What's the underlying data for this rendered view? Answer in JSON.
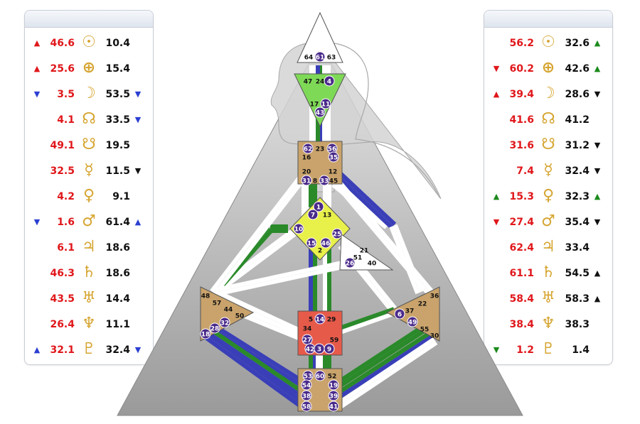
{
  "colors": {
    "red": "#e0171b",
    "blue": "#2b3fd1",
    "green": "#1a8a1a",
    "black": "#111111",
    "glyph": "#d6a531",
    "channel_blue": "#3a3fb8",
    "channel_green": "#2a8a2a",
    "gate_bg": "#4a2a8a"
  },
  "left_panel": {
    "rows": [
      {
        "arrow1": "▲",
        "arrow1_color": "#e0171b",
        "value1": "46.6",
        "icon": "sun-icon",
        "glyph": "☉",
        "value2": "10.4",
        "arrow2": "",
        "arrow2_color": ""
      },
      {
        "arrow1": "▲",
        "arrow1_color": "#e0171b",
        "value1": "25.6",
        "icon": "earth-icon",
        "glyph": "⊕",
        "value2": "15.4",
        "arrow2": "",
        "arrow2_color": ""
      },
      {
        "arrow1": "▼",
        "arrow1_color": "#2b3fd1",
        "value1": "3.5",
        "icon": "moon-icon",
        "glyph": "☽",
        "value2": "53.5",
        "arrow2": "▼",
        "arrow2_color": "#2b3fd1"
      },
      {
        "arrow1": "",
        "arrow1_color": "",
        "value1": "4.1",
        "icon": "north-node-icon",
        "glyph": "☊",
        "value2": "33.5",
        "arrow2": "▼",
        "arrow2_color": "#2b3fd1"
      },
      {
        "arrow1": "",
        "arrow1_color": "",
        "value1": "49.1",
        "icon": "south-node-icon",
        "glyph": "☋",
        "value2": "19.5",
        "arrow2": "",
        "arrow2_color": ""
      },
      {
        "arrow1": "",
        "arrow1_color": "",
        "value1": "32.5",
        "icon": "mercury-icon",
        "glyph": "☿",
        "value2": "11.5",
        "arrow2": "▼",
        "arrow2_color": "#111111"
      },
      {
        "arrow1": "",
        "arrow1_color": "",
        "value1": "4.2",
        "icon": "venus-icon",
        "glyph": "♀",
        "value2": "9.1",
        "arrow2": "",
        "arrow2_color": ""
      },
      {
        "arrow1": "▼",
        "arrow1_color": "#2b3fd1",
        "value1": "1.6",
        "icon": "mars-icon",
        "glyph": "♂",
        "value2": "61.4",
        "arrow2": "▲",
        "arrow2_color": "#2b3fd1"
      },
      {
        "arrow1": "",
        "arrow1_color": "",
        "value1": "6.1",
        "icon": "jupiter-icon",
        "glyph": "♃",
        "value2": "18.6",
        "arrow2": "",
        "arrow2_color": ""
      },
      {
        "arrow1": "",
        "arrow1_color": "",
        "value1": "46.3",
        "icon": "saturn-icon",
        "glyph": "♄",
        "value2": "18.6",
        "arrow2": "",
        "arrow2_color": ""
      },
      {
        "arrow1": "",
        "arrow1_color": "",
        "value1": "43.5",
        "icon": "uranus-icon",
        "glyph": "♅",
        "value2": "14.4",
        "arrow2": "",
        "arrow2_color": ""
      },
      {
        "arrow1": "",
        "arrow1_color": "",
        "value1": "26.4",
        "icon": "neptune-icon",
        "glyph": "♆",
        "value2": "11.1",
        "arrow2": "",
        "arrow2_color": ""
      },
      {
        "arrow1": "▲",
        "arrow1_color": "#2b3fd1",
        "value1": "32.1",
        "icon": "pluto-icon",
        "glyph": "♇",
        "value2": "32.4",
        "arrow2": "▼",
        "arrow2_color": "#2b3fd1"
      }
    ]
  },
  "right_panel": {
    "rows": [
      {
        "arrow1": "",
        "arrow1_color": "",
        "value1": "56.2",
        "icon": "sun-icon",
        "glyph": "☉",
        "value2": "32.6",
        "arrow2": "▲",
        "arrow2_color": "#1a8a1a"
      },
      {
        "arrow1": "▼",
        "arrow1_color": "#e0171b",
        "value1": "60.2",
        "icon": "earth-icon",
        "glyph": "⊕",
        "value2": "42.6",
        "arrow2": "▲",
        "arrow2_color": "#1a8a1a"
      },
      {
        "arrow1": "▲",
        "arrow1_color": "#e0171b",
        "value1": "39.4",
        "icon": "moon-icon",
        "glyph": "☽",
        "value2": "28.6",
        "arrow2": "▼",
        "arrow2_color": "#111111"
      },
      {
        "arrow1": "",
        "arrow1_color": "",
        "value1": "41.6",
        "icon": "north-node-icon",
        "glyph": "☊",
        "value2": "41.2",
        "arrow2": "",
        "arrow2_color": ""
      },
      {
        "arrow1": "",
        "arrow1_color": "",
        "value1": "31.6",
        "icon": "south-node-icon",
        "glyph": "☋",
        "value2": "31.2",
        "arrow2": "▼",
        "arrow2_color": "#111111"
      },
      {
        "arrow1": "",
        "arrow1_color": "",
        "value1": "7.4",
        "icon": "mercury-icon",
        "glyph": "☿",
        "value2": "32.4",
        "arrow2": "▼",
        "arrow2_color": "#111111"
      },
      {
        "arrow1": "▲",
        "arrow1_color": "#1a8a1a",
        "value1": "15.3",
        "icon": "venus-icon",
        "glyph": "♀",
        "value2": "32.3",
        "arrow2": "▲",
        "arrow2_color": "#1a8a1a"
      },
      {
        "arrow1": "▼",
        "arrow1_color": "#e0171b",
        "value1": "27.4",
        "icon": "mars-icon",
        "glyph": "♂",
        "value2": "35.4",
        "arrow2": "▼",
        "arrow2_color": "#111111"
      },
      {
        "arrow1": "",
        "arrow1_color": "",
        "value1": "62.4",
        "icon": "jupiter-icon",
        "glyph": "♃",
        "value2": "33.4",
        "arrow2": "",
        "arrow2_color": ""
      },
      {
        "arrow1": "",
        "arrow1_color": "",
        "value1": "61.1",
        "icon": "saturn-icon",
        "glyph": "♄",
        "value2": "54.5",
        "arrow2": "▲",
        "arrow2_color": "#111111"
      },
      {
        "arrow1": "",
        "arrow1_color": "",
        "value1": "58.4",
        "icon": "uranus-icon",
        "glyph": "♅",
        "value2": "58.3",
        "arrow2": "▲",
        "arrow2_color": "#111111"
      },
      {
        "arrow1": "",
        "arrow1_color": "",
        "value1": "38.4",
        "icon": "neptune-icon",
        "glyph": "♆",
        "value2": "38.3",
        "arrow2": "",
        "arrow2_color": ""
      },
      {
        "arrow1": "▼",
        "arrow1_color": "#1a8a1a",
        "value1": "1.2",
        "icon": "pluto-icon",
        "glyph": "♇",
        "value2": "1.4",
        "arrow2": "",
        "arrow2_color": ""
      }
    ]
  },
  "bodygraph": {
    "centers": [
      {
        "name": "head",
        "color": "#ffffff",
        "gates": [
          {
            "number": "64",
            "active": false
          },
          {
            "number": "61",
            "active": true
          },
          {
            "number": "63",
            "active": false
          }
        ]
      },
      {
        "name": "ajna",
        "color": "#7ed957",
        "gates": [
          {
            "number": "47",
            "active": false
          },
          {
            "number": "24",
            "active": false
          },
          {
            "number": "4",
            "active": true
          },
          {
            "number": "17",
            "active": false
          },
          {
            "number": "11",
            "active": true
          },
          {
            "number": "43",
            "active": true
          }
        ]
      },
      {
        "name": "throat",
        "color": "#c9a36b",
        "gates": [
          {
            "number": "62",
            "active": true
          },
          {
            "number": "23",
            "active": false
          },
          {
            "number": "56",
            "active": true
          },
          {
            "number": "16",
            "active": false
          },
          {
            "number": "35",
            "active": true
          },
          {
            "number": "20",
            "active": false
          },
          {
            "number": "12",
            "active": false
          },
          {
            "number": "31",
            "active": true
          },
          {
            "number": "8",
            "active": false
          },
          {
            "number": "33",
            "active": true
          },
          {
            "number": "45",
            "active": false
          }
        ]
      },
      {
        "name": "g-center",
        "color": "#e8f04a",
        "gates": [
          {
            "number": "1",
            "active": true
          },
          {
            "number": "7",
            "active": true
          },
          {
            "number": "13",
            "active": false
          },
          {
            "number": "10",
            "active": true
          },
          {
            "number": "25",
            "active": true
          },
          {
            "number": "15",
            "active": true
          },
          {
            "number": "46",
            "active": true
          },
          {
            "number": "2",
            "active": false
          }
        ]
      },
      {
        "name": "heart",
        "color": "#ffffff",
        "gates": [
          {
            "number": "21",
            "active": false
          },
          {
            "number": "51",
            "active": false
          },
          {
            "number": "26",
            "active": true
          },
          {
            "number": "40",
            "active": false
          }
        ]
      },
      {
        "name": "spleen",
        "color": "#c9a36b",
        "gates": [
          {
            "number": "48",
            "active": false
          },
          {
            "number": "57",
            "active": false
          },
          {
            "number": "44",
            "active": false
          },
          {
            "number": "50",
            "active": false
          },
          {
            "number": "32",
            "active": true
          },
          {
            "number": "28",
            "active": true
          },
          {
            "number": "18",
            "active": true
          }
        ]
      },
      {
        "name": "sacral",
        "color": "#e65a4a",
        "gates": [
          {
            "number": "5",
            "active": false
          },
          {
            "number": "14",
            "active": true
          },
          {
            "number": "29",
            "active": false
          },
          {
            "number": "34",
            "active": false
          },
          {
            "number": "27",
            "active": true
          },
          {
            "number": "59",
            "active": false
          },
          {
            "number": "42",
            "active": true
          },
          {
            "number": "3",
            "active": true
          },
          {
            "number": "9",
            "active": true
          }
        ]
      },
      {
        "name": "solar-plexus",
        "color": "#c9a36b",
        "gates": [
          {
            "number": "36",
            "active": false
          },
          {
            "number": "22",
            "active": false
          },
          {
            "number": "37",
            "active": false
          },
          {
            "number": "6",
            "active": true
          },
          {
            "number": "49",
            "active": true
          },
          {
            "number": "55",
            "active": false
          },
          {
            "number": "30",
            "active": false
          }
        ]
      },
      {
        "name": "root",
        "color": "#c9a36b",
        "gates": [
          {
            "number": "53",
            "active": true
          },
          {
            "number": "60",
            "active": true
          },
          {
            "number": "52",
            "active": false
          },
          {
            "number": "54",
            "active": true
          },
          {
            "number": "19",
            "active": true
          },
          {
            "number": "38",
            "active": true
          },
          {
            "number": "39",
            "active": true
          },
          {
            "number": "58",
            "active": true
          },
          {
            "number": "41",
            "active": true
          }
        ]
      }
    ]
  }
}
